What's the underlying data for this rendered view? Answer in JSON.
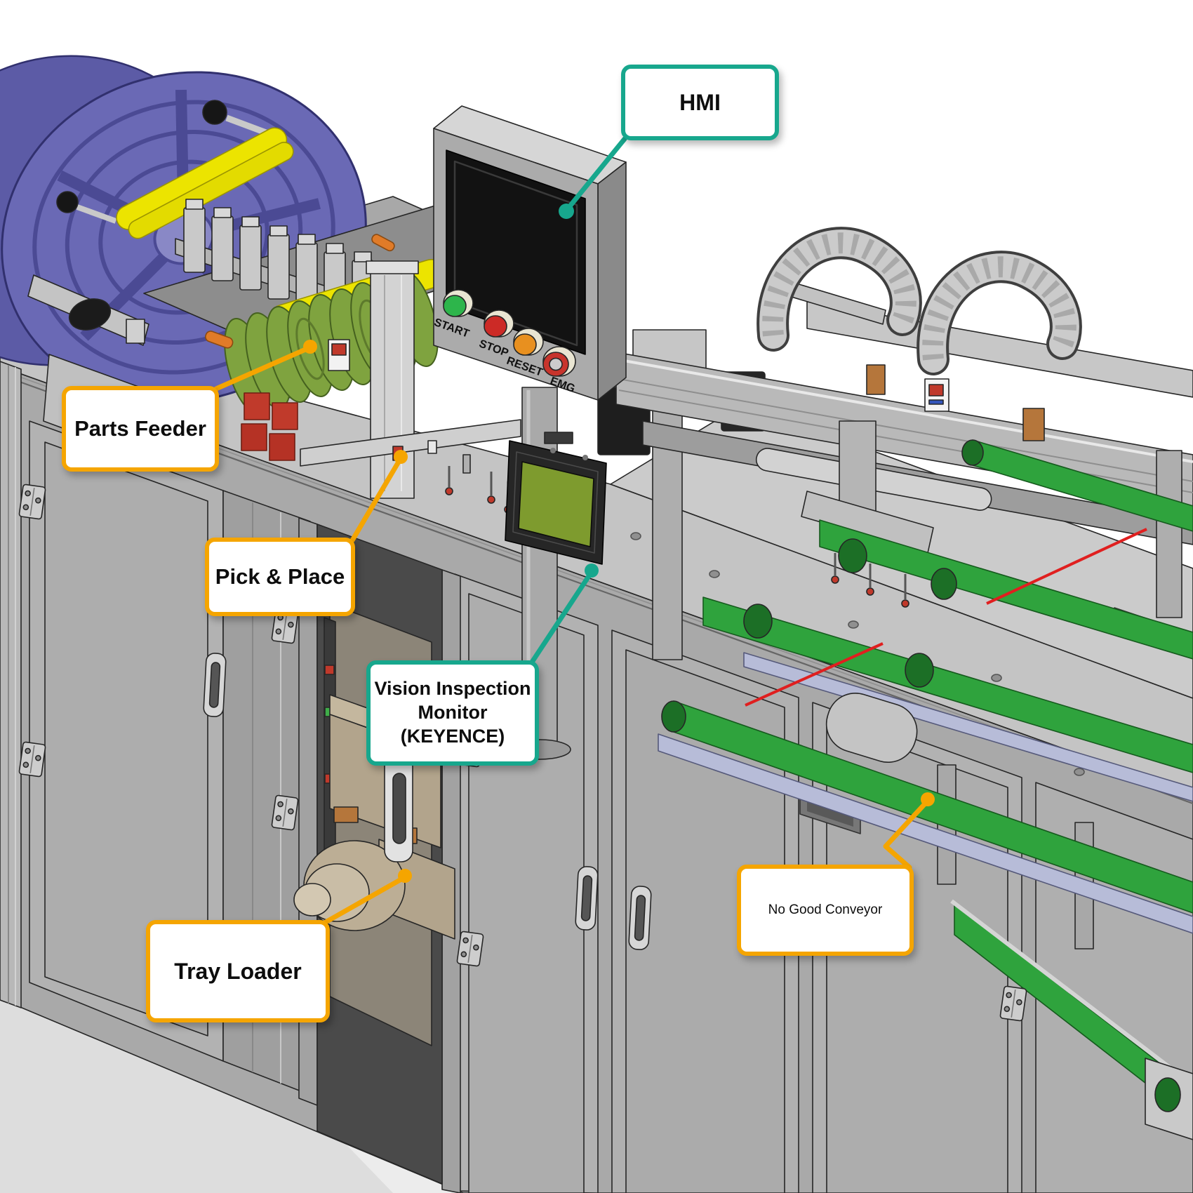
{
  "figure": {
    "description": "Annotated isometric CAD rendering of an automated assembly and inspection machine"
  },
  "colors": {
    "teal": "#17a78d",
    "orange": "#f5a500",
    "laser-red": "#e01f1f",
    "conveyor-green": "#2fa33d",
    "conveyor-green-dark": "#1c6f26",
    "rail-lavender": "#b7bcd8",
    "reel-blue": "#6a69b5",
    "reel-blue-dark": "#4b4a94",
    "roller-yellow": "#ece400",
    "tape-green": "#7fa33f",
    "vision-screen": "#7e9b2e",
    "screen-black": "#121212",
    "cabinet-gray": "#a9a9a9",
    "deck-gray": "#c4c4c4",
    "interior-dark": "#4a4a4a",
    "mech-tan": "#b2a48c"
  },
  "callouts": {
    "hmi": {
      "label": "HMI"
    },
    "parts_feeder": {
      "label": "Parts Feeder"
    },
    "pick_place": {
      "label": "Pick & Place"
    },
    "vision_monitor": {
      "line1": "Vision Inspection",
      "line2": "Monitor",
      "line3": "(KEYENCE)"
    },
    "tray_loader": {
      "label": "Tray Loader"
    },
    "no_good_conveyor": {
      "label": "No Good Conveyor"
    }
  },
  "hmi_panel": {
    "buttons": [
      {
        "name": "start",
        "label": "START",
        "color": "#2db54b"
      },
      {
        "name": "stop",
        "label": "STOP",
        "color": "#cc2a26"
      },
      {
        "name": "reset",
        "label": "RESET",
        "color": "#e8901f"
      },
      {
        "name": "emg",
        "label": "EMG",
        "color": "#c8342c"
      }
    ]
  }
}
